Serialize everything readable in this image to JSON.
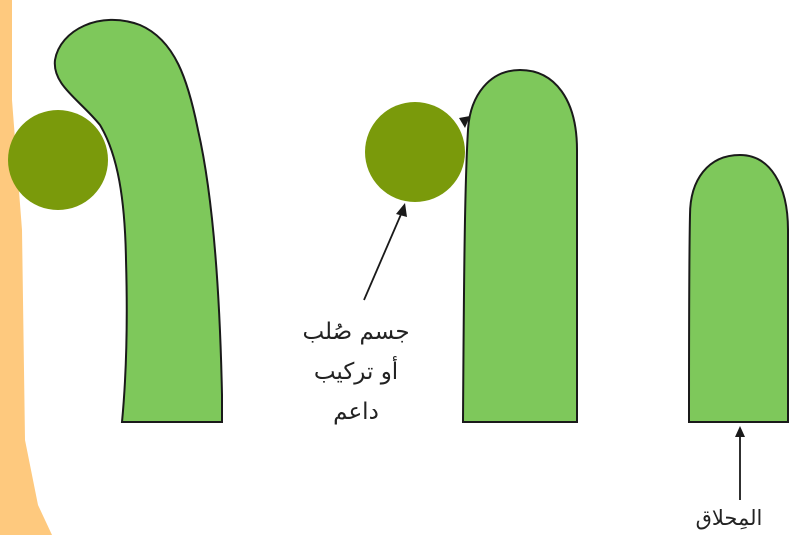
{
  "colors": {
    "panel_orange": "#fec97e",
    "stem_green": "#7ec85b",
    "support_green": "#7a9a0b",
    "outline": "#1a1a1a",
    "background": "#ffffff"
  },
  "labels": {
    "support_line1": "جسم صُلب",
    "support_line2": "أو تركيب",
    "support_line3": "داعم",
    "tendril": "المِحلاق"
  }
}
